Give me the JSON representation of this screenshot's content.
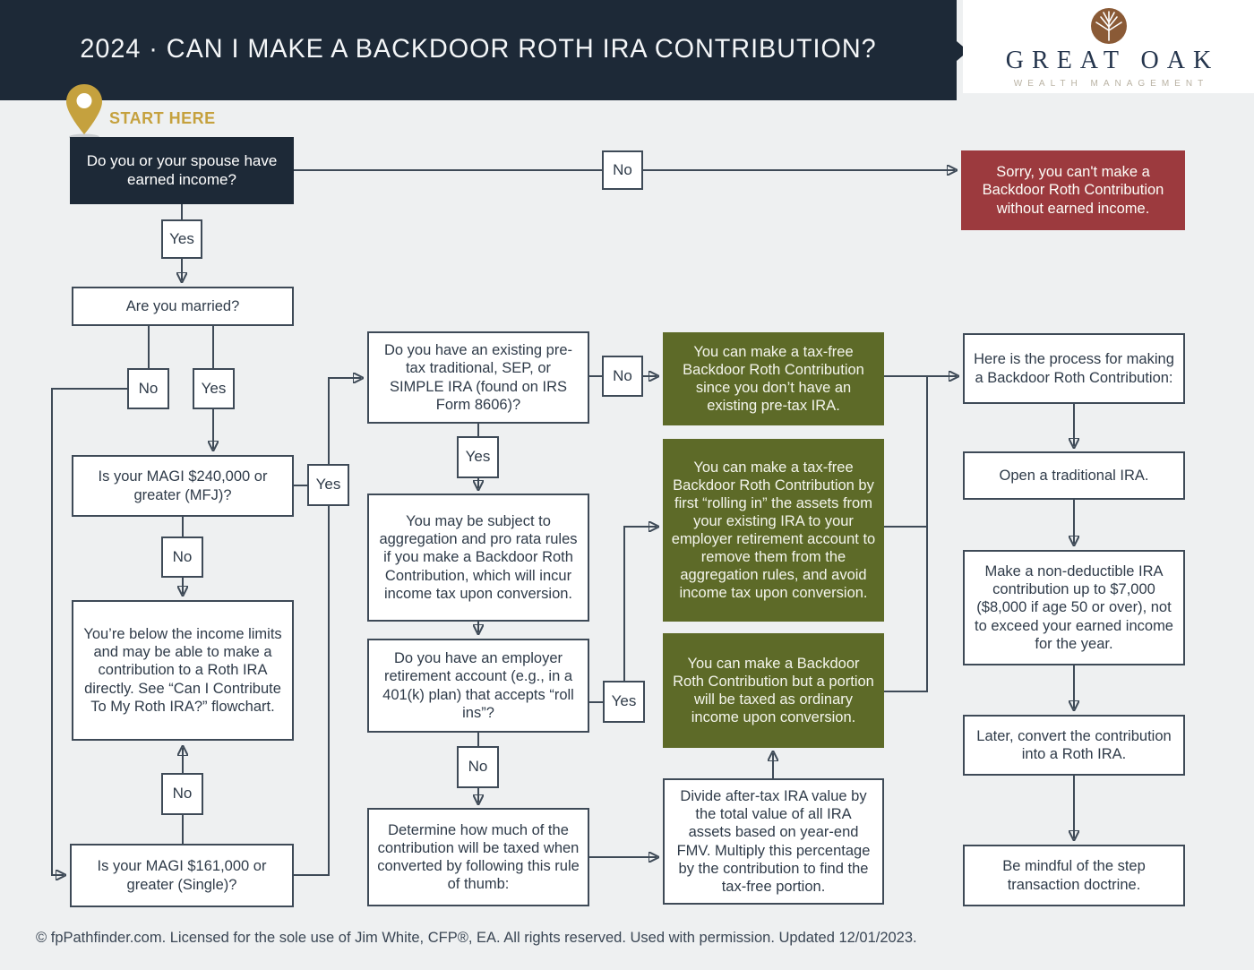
{
  "header": {
    "title": "2024 · CAN I MAKE A BACKDOOR ROTH IRA CONTRIBUTION?",
    "logo_name": "GREAT OAK",
    "logo_tagline": "WEALTH MANAGEMENT"
  },
  "start_label": "START HERE",
  "labels": {
    "yes": "Yes",
    "no": "No"
  },
  "nodes": {
    "earned_income": "Do you or your spouse have earned income?",
    "no_earned_result": "Sorry, you can't make a Backdoor Roth Contribution without earned income.",
    "married": "Are you married?",
    "magi_mfj": "Is your MAGI $240,000 or greater (MFJ)?",
    "below_limits": "You’re below the income limits and may be able to make a contribution to a Roth IRA directly. See “Can I Contribute To My Roth IRA?” flowchart.",
    "magi_single": "Is your MAGI $161,000 or greater (Single)?",
    "pretax_ira": "Do you have an existing pre-tax traditional, SEP, or SIMPLE IRA (found on IRS Form 8606)?",
    "aggregation": "You may be subject to aggregation and pro rata rules if you make a Backdoor Roth Contribution, which will incur income tax upon conversion.",
    "employer_plan": "Do you have an employer retirement account (e.g., in a 401(k) plan) that accepts “roll ins”?",
    "determine_taxed": "Determine how much of the contribution will be taxed when converted by following this rule of thumb:",
    "tax_free_result": "You can make a tax-free Backdoor Roth Contribution since you don’t have an existing pre-tax IRA.",
    "roll_in_result": "You can make a tax-free Backdoor Roth Contribution by first “rolling in” the assets from your existing IRA to your employer retirement account to remove them from the aggregation rules, and avoid income tax upon conversion.",
    "taxed_portion_result": "You can make a Backdoor Roth Contribution but a portion will be taxed as ordinary income upon conversion.",
    "divide_rule": "Divide after-tax IRA value by the total value of all IRA assets based on year-end FMV. Multiply this percentage by the contribution to find the tax-free portion.",
    "process_intro": "Here is the process for making a Backdoor Roth Contribution:",
    "open_ira": "Open a traditional IRA.",
    "nondeductible": "Make a non-deductible IRA contribution up to $7,000 ($8,000 if age 50 or over), not to exceed your earned income for the year.",
    "convert_later": "Later, convert the contribution into a Roth IRA.",
    "step_doctrine": "Be mindful of the step transaction doctrine."
  },
  "footer": "© fpPathfinder.com. Licensed for the sole use of Jim White, CFP®, EA. All rights reserved. Used with permission. Updated 12/01/2023.",
  "colors": {
    "header_navy": "#1d2937",
    "result_red": "#9c3a3e",
    "result_olive": "#5d6a28",
    "accent_gold": "#c5a13e",
    "line_gray": "#3e4a57",
    "background": "#eef0f1"
  }
}
